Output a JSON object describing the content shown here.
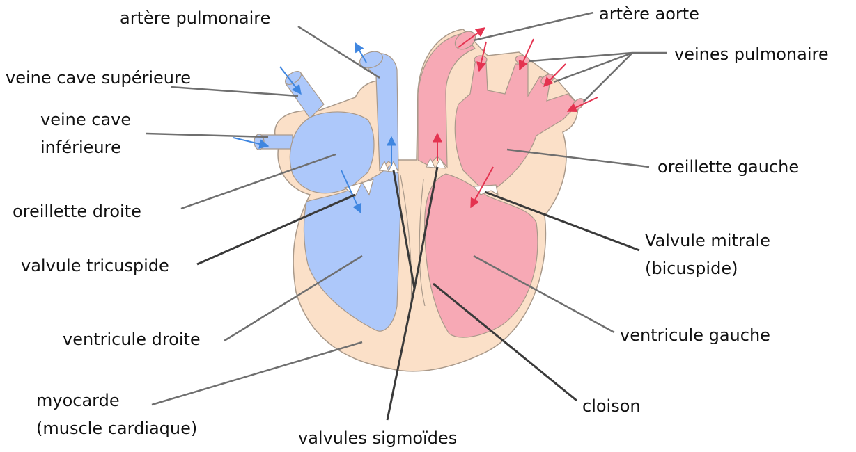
{
  "colors": {
    "myocardium": "#fbe0c8",
    "myocardium_outline": "#a9998a",
    "deoxygenated": "#adc8fa",
    "oxygenated": "#f7a9b5",
    "arrow_blue": "#3f86e0",
    "arrow_red": "#e43350",
    "leader_gray": "#6f6f6f",
    "leader_dark": "#3a3a3a",
    "text": "#111111"
  },
  "labels": {
    "pulmonary_artery": "artère pulmonaire",
    "aorta": "artère aorte",
    "pulmonary_veins": "veines pulmonaire",
    "superior_vena_cava": "veine cave supérieure",
    "inferior_vena_cava_line1": "veine cave",
    "inferior_vena_cava_line2": "inférieure",
    "right_atrium": "oreillette droite",
    "left_atrium": "oreillette gauche",
    "tricuspid_valve": "valvule tricuspide",
    "mitral_valve_line1": "Valvule mitrale",
    "mitral_valve_line2": "(bicuspide)",
    "right_ventricle": "ventricule droite",
    "left_ventricle": "ventricule gauche",
    "myocardium_line1": "myocarde",
    "myocardium_line2": "(muscle cardiaque)",
    "septum": "cloison",
    "semilunar_valves": "valvules sigmoïdes"
  }
}
